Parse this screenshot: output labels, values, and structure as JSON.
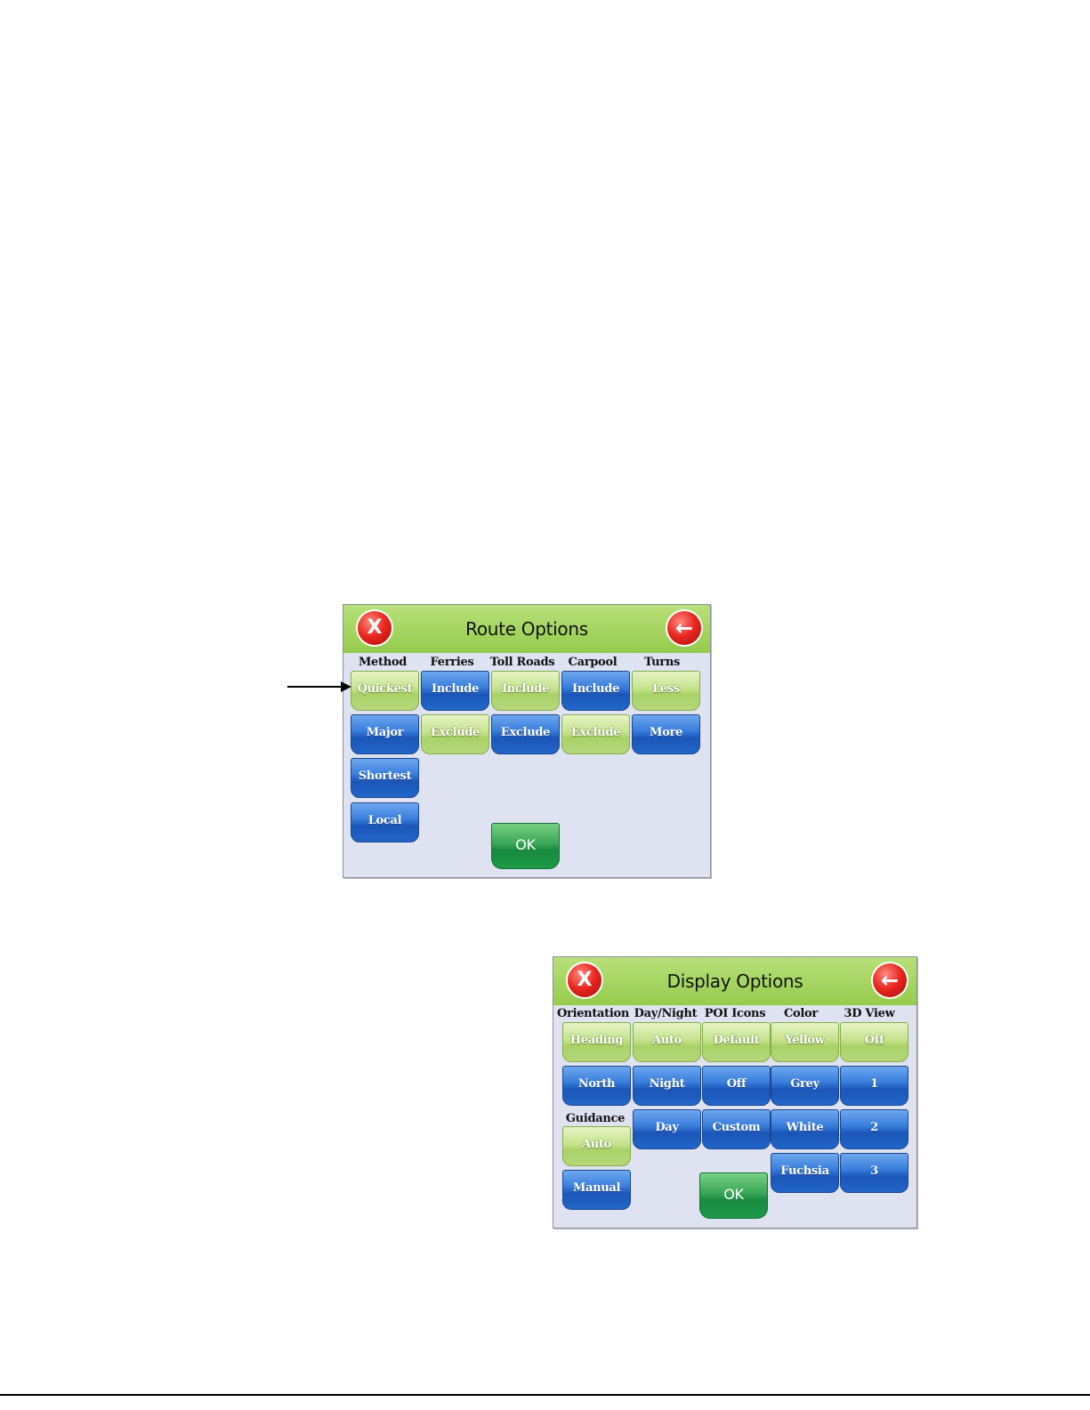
{
  "route_options": {
    "title": "Route Options",
    "close_label": "X",
    "back_label": "←",
    "headers": [
      "Method",
      "Ferries",
      "Toll Roads",
      "Carpool",
      "Turns"
    ],
    "method": [
      "Quickest",
      "Major",
      "Shortest",
      "Local"
    ],
    "ferries": [
      "Include",
      "Exclude"
    ],
    "toll_roads": [
      "Include",
      "Exclude"
    ],
    "carpool": [
      "Include",
      "Exclude"
    ],
    "turns": [
      "Less",
      "More"
    ],
    "ok_label": "OK"
  },
  "display_options": {
    "title": "Display Options",
    "close_label": "X",
    "back_label": "←",
    "headers": [
      "Orientation",
      "Day/Night",
      "POI Icons",
      "Color",
      "3D View"
    ],
    "orientation": [
      "Heading",
      "North"
    ],
    "guidance_header": "Guidance",
    "guidance": [
      "Auto",
      "Manual"
    ],
    "day_night": [
      "Auto",
      "Night",
      "Day"
    ],
    "poi_icons": [
      "Default",
      "Off",
      "Custom"
    ],
    "color": [
      "Yellow",
      "Grey",
      "White",
      "Fuchsia"
    ],
    "view_3d": [
      "Off",
      "1",
      "2",
      "3"
    ],
    "ok_label": "OK"
  },
  "colors": {
    "title_bar": "#a5d65f",
    "panel_bg": "#dfe3f1",
    "button_blue": "#2a6ad0",
    "button_green": "#b7dc7a",
    "ok_green": "#26a04d",
    "close_red": "#e8261f"
  }
}
